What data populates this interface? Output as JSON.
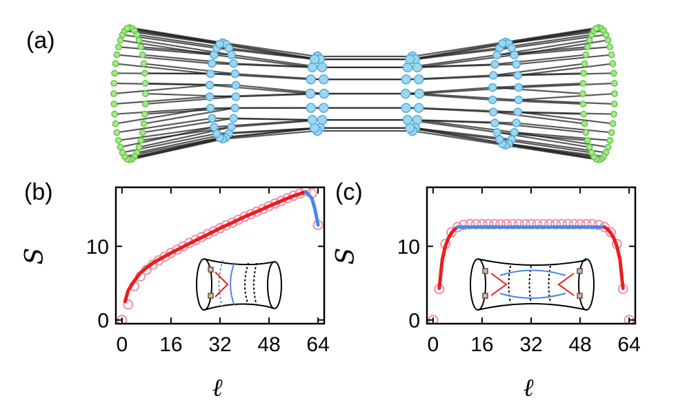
{
  "panels": {
    "a": {
      "label": "(a)"
    },
    "b": {
      "label": "(b)"
    },
    "c": {
      "label": "(c)"
    }
  },
  "colors": {
    "outer_ring": "#a6e88c",
    "outer_ring_stroke": "#5fc144",
    "inner_ring": "#9dd6f0",
    "inner_ring_stroke": "#4fa8d8",
    "edge": "#222222",
    "fit_red": "#ee1c1c",
    "fit_blue": "#4c86e6",
    "marker": "#ee8fa8"
  },
  "chart_data": [
    {
      "panel": "(b)",
      "type": "line",
      "xlabel": "ℓ",
      "ylabel": "S",
      "xlim": [
        -2,
        66
      ],
      "ylim": [
        -0.5,
        18
      ],
      "xticks": [
        0,
        16,
        32,
        48,
        64
      ],
      "yticks": [
        0,
        10
      ],
      "x": [
        0,
        2,
        4,
        6,
        8,
        10,
        12,
        14,
        16,
        18,
        20,
        22,
        24,
        26,
        28,
        30,
        32,
        34,
        36,
        38,
        40,
        42,
        44,
        46,
        48,
        50,
        52,
        54,
        56,
        58,
        60,
        62,
        64
      ],
      "series": [
        {
          "values": [
            0,
            2.1,
            4.6,
            5.9,
            6.8,
            7.5,
            8.1,
            8.6,
            9.1,
            9.55,
            10.0,
            10.45,
            10.85,
            11.25,
            11.65,
            12.05,
            12.45,
            12.85,
            13.2,
            13.6,
            14.0,
            14.35,
            14.7,
            15.05,
            15.45,
            15.8,
            16.15,
            16.5,
            16.85,
            17.15,
            17.5,
            17.2,
            12.9
          ]
        },
        {
          "x": [
            1,
            2,
            4,
            6,
            8,
            10,
            12,
            16,
            20,
            24,
            28,
            32,
            36,
            40,
            44,
            48,
            52,
            56,
            58,
            60
          ],
          "values": [
            2.5,
            4.0,
            5.3,
            6.4,
            7.1,
            7.7,
            8.2,
            9.1,
            9.95,
            10.8,
            11.6,
            12.45,
            13.2,
            14.0,
            14.7,
            15.45,
            16.15,
            16.85,
            17.1,
            17.4
          ]
        },
        {
          "x": [
            60,
            62,
            63,
            64
          ],
          "values": [
            17.4,
            16.5,
            15.0,
            12.9
          ]
        }
      ]
    },
    {
      "panel": "(c)",
      "type": "line",
      "xlabel": "ℓ",
      "ylabel": "S",
      "xlim": [
        -2,
        66
      ],
      "ylim": [
        -0.5,
        18
      ],
      "xticks": [
        0,
        16,
        32,
        48,
        64
      ],
      "yticks": [
        0,
        10
      ],
      "x": [
        0,
        2,
        4,
        6,
        8,
        10,
        12,
        14,
        16,
        18,
        20,
        22,
        24,
        26,
        28,
        30,
        32,
        34,
        36,
        38,
        40,
        42,
        44,
        46,
        48,
        50,
        52,
        54,
        56,
        58,
        60,
        62,
        64
      ],
      "series": [
        {
          "values": [
            0,
            4.2,
            10.3,
            11.9,
            12.6,
            12.9,
            13.0,
            13.0,
            13.0,
            13.0,
            13.0,
            13.0,
            13.0,
            13.0,
            13.0,
            13.0,
            13.0,
            13.0,
            13.0,
            13.0,
            13.0,
            13.0,
            13.0,
            13.0,
            13.0,
            13.0,
            13.0,
            12.9,
            12.6,
            11.9,
            10.3,
            4.2,
            0
          ]
        },
        {
          "x": [
            2,
            3,
            4,
            5,
            6,
            7,
            8
          ],
          "values": [
            4.3,
            8.2,
            10.0,
            11.1,
            11.8,
            12.3,
            12.6
          ]
        },
        {
          "x": [
            8,
            56
          ],
          "values": [
            12.6,
            12.6
          ]
        },
        {
          "x": [
            56,
            57,
            58,
            59,
            60,
            61,
            62
          ],
          "values": [
            12.6,
            12.3,
            11.8,
            11.1,
            10.0,
            8.2,
            4.3
          ]
        }
      ]
    }
  ]
}
